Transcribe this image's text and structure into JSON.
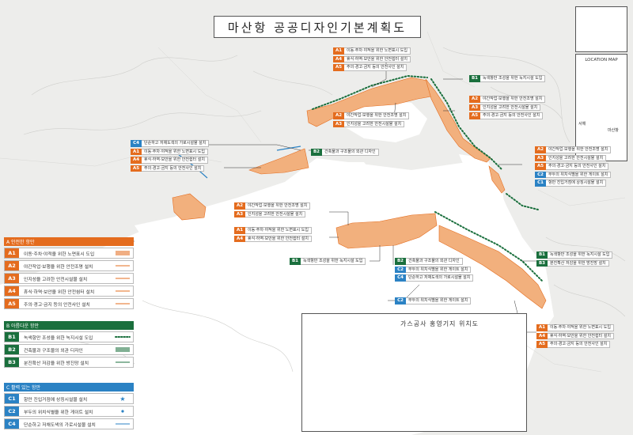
{
  "title": "마산항 공공디자인기본계획도",
  "location_map": {
    "title": "LOCATION MAP",
    "label_marker": "마산항",
    "label_sea": "서해"
  },
  "colors": {
    "A": "#e46c1e",
    "B": "#1a6f3d",
    "C": "#2b82c4",
    "area_fill": "#f2b07d"
  },
  "callouts": [
    {
      "id": "top-center",
      "rows": [
        {
          "code": "A1",
          "text": "이동·주차·야적을 위한 노면표시 도입"
        },
        {
          "code": "A4",
          "text": "휴식·하역·보안을 위한 안전쉼터 설치"
        },
        {
          "code": "A5",
          "text": "주의·경고·금지 등의 안전사인 설치"
        }
      ]
    },
    {
      "id": "top-right-green",
      "rows": [
        {
          "code": "B1",
          "text": "녹색항만 조성을 위한 녹지시설 도입"
        }
      ]
    },
    {
      "id": "right-upper",
      "rows": [
        {
          "code": "A2",
          "text": "야간작업·보행을 위한 안전조명 설치"
        },
        {
          "code": "A3",
          "text": "인지성을 고려한 안전시설물 설치"
        },
        {
          "code": "A5",
          "text": "주의·경고·금지 등의 안전사인 설치"
        }
      ]
    },
    {
      "id": "center-island",
      "rows": [
        {
          "code": "A2",
          "text": "야간작업·보행을 위한 안전조명 설치"
        },
        {
          "code": "A3",
          "text": "인지성을 고려한 안전시설물 설치"
        }
      ]
    },
    {
      "id": "left-upper",
      "rows": [
        {
          "code": "C4",
          "text": "단순하고 저채도색의 가로시설물 설치"
        },
        {
          "code": "A1",
          "text": "이동·주차·야적을 위한 노면표시 도입"
        },
        {
          "code": "A4",
          "text": "휴식·하역·보안을 위한 안전쉼터 설치"
        },
        {
          "code": "A5",
          "text": "주의·경고·금지 등의 안전사인 설치"
        }
      ]
    },
    {
      "id": "center-b2",
      "rows": [
        {
          "code": "B2",
          "text": "건축물과 구조물의 외관 디자인"
        }
      ]
    },
    {
      "id": "right-middle",
      "rows": [
        {
          "code": "A2",
          "text": "야간작업·보행을 위한 안전조명 설치"
        },
        {
          "code": "A3",
          "text": "인지성을 고려한 안전시설물 설치"
        },
        {
          "code": "A5",
          "text": "주의·경고·금지 등의 안전사인 설치"
        },
        {
          "code": "C2",
          "text": "부두의 위치식별을 위한 게이트 설치"
        },
        {
          "code": "C1",
          "text": "항만 진입거점에 상징시설물 설치"
        }
      ]
    },
    {
      "id": "center-mid",
      "rows": [
        {
          "code": "A2",
          "text": "야간작업·보행을 위한 안전조명 설치"
        },
        {
          "code": "A3",
          "text": "인지성을 고려한 안전시설물 설치"
        }
      ]
    },
    {
      "id": "center-low",
      "rows": [
        {
          "code": "A1",
          "text": "이동·주차·야적을 위한 노면표시 도입"
        },
        {
          "code": "A4",
          "text": "휴식·하역·보안을 위한 안전쉼터 설치"
        }
      ]
    },
    {
      "id": "center-b1",
      "rows": [
        {
          "code": "B1",
          "text": "녹색항만 조성을 위한 녹지시설 도입"
        }
      ]
    },
    {
      "id": "center-right-stack",
      "rows": [
        {
          "code": "B2",
          "text": "건축물과 구조물의 외관 디자인"
        },
        {
          "code": "C2",
          "text": "부두의 위치식별을 위한 게이트 설치"
        },
        {
          "code": "C4",
          "text": "단순하고 저채도색의 가로시설물 설치"
        }
      ]
    },
    {
      "id": "center-c2",
      "rows": [
        {
          "code": "C2",
          "text": "부두의 위치식별을 위한 게이트 설치"
        }
      ]
    },
    {
      "id": "right-lower",
      "rows": [
        {
          "code": "B1",
          "text": "녹색항만 조성을 위한 녹지시설 도입"
        },
        {
          "code": "B3",
          "text": "분진확산 저감을 위한 방진망 설치"
        }
      ]
    },
    {
      "id": "right-bottom",
      "rows": [
        {
          "code": "A1",
          "text": "이동·주차·야적을 위한 노면표시 도입"
        },
        {
          "code": "A4",
          "text": "휴식·하역·보안을 위한 안전쉼터 설치"
        },
        {
          "code": "A5",
          "text": "주의·경고·금지 등의 안전사인 설치"
        }
      ]
    }
  ],
  "legend": [
    {
      "group": "a",
      "header": "A 안전한 항만",
      "items": [
        {
          "code": "A1",
          "text": "이동·주차·야적을 위한 노면표시 도입",
          "symbol": "hatch"
        },
        {
          "code": "A2",
          "text": "야간작업·보행을 위한 안전조명 설치",
          "symbol": "line"
        },
        {
          "code": "A3",
          "text": "인지성을 고려한 안전시설물 설치",
          "symbol": "line"
        },
        {
          "code": "A4",
          "text": "휴식·하역·보안을 위한 안전쉼터 설치",
          "symbol": "line"
        },
        {
          "code": "A5",
          "text": "주의·경고·금지 등의 안전사인 설치",
          "symbol": "line"
        }
      ]
    },
    {
      "group": "b",
      "header": "B 아름다운 항만",
      "items": [
        {
          "code": "B1",
          "text": "녹색항만 조성을 위한 녹지시설 도입",
          "symbol": "dots"
        },
        {
          "code": "B2",
          "text": "건축물과 구조물의 외관 디자인",
          "symbol": "hatch"
        },
        {
          "code": "B3",
          "text": "분진확산 저감을 위한 방진망 설치",
          "symbol": "line"
        }
      ]
    },
    {
      "group": "c",
      "header": "C 활력 있는 항만",
      "items": [
        {
          "code": "C1",
          "text": "항만 진입거점에 상징시설물 설치",
          "symbol": "star"
        },
        {
          "code": "C2",
          "text": "부두의 위치식별을 위한 게이트 설치",
          "symbol": "dot"
        },
        {
          "code": "C4",
          "text": "단순하고 저채도색의 가로시설물 설치",
          "symbol": "line"
        }
      ]
    }
  ],
  "inset": {
    "title": "가스공사 홍영기지 위치도"
  }
}
